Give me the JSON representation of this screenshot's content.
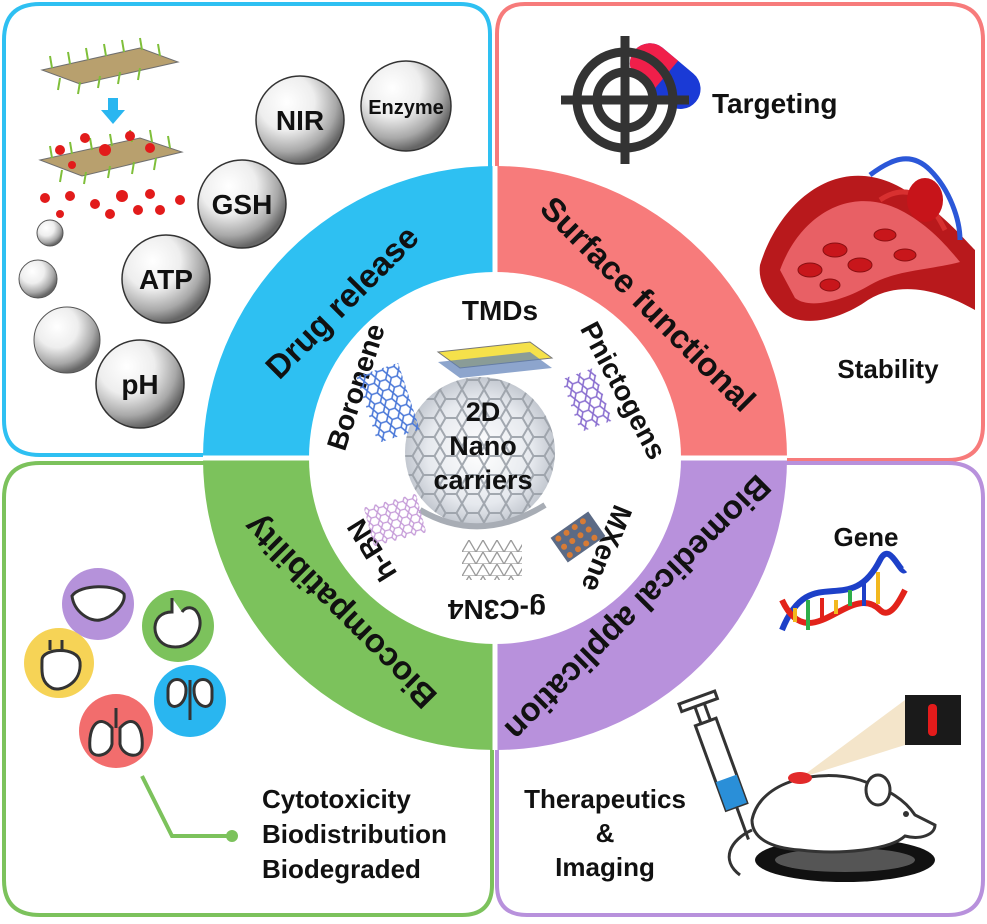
{
  "center": {
    "line1": "2D",
    "line2": "Nano",
    "line3": "carriers"
  },
  "colors": {
    "drug_release": "#2EC0F2",
    "surface_functional": "#F77B7B",
    "biocompatibility": "#7CC25C",
    "biomedical_application": "#B891DC"
  },
  "ring": {
    "drug_release": "Drug release",
    "surface_functional": "Surface functional",
    "biocompatibility": "Biocompatibility",
    "biomedical_application": "Biomedical application"
  },
  "materials": {
    "tmds": "TMDs",
    "pnictogens": "Pnictogens",
    "mxene": "MXene",
    "gc3n4": "g-C3N4",
    "hbn": "h-BN",
    "boronene": "Boronene"
  },
  "stimuli": {
    "nir": "NIR",
    "enzyme": "Enzyme",
    "gsh": "GSH",
    "atp": "ATP",
    "ph": "pH"
  },
  "surface": {
    "targeting": "Targeting",
    "stability": "Stability"
  },
  "bio": {
    "gene": "Gene",
    "therapeutics": "Therapeutics",
    "ampersand": "&",
    "imaging": "Imaging"
  },
  "biocompat": {
    "cytotoxicity": "Cytotoxicity",
    "biodistribution": "Biodistribution",
    "biodegraded": "Biodegraded"
  },
  "icons": [
    "target-icon",
    "capsule-icon",
    "blood-vessel-icon",
    "dna-icon",
    "syringe-icon",
    "mouse-icon",
    "liver-icon",
    "stomach-icon",
    "heart-icon",
    "kidney-icon",
    "lungs-icon"
  ]
}
